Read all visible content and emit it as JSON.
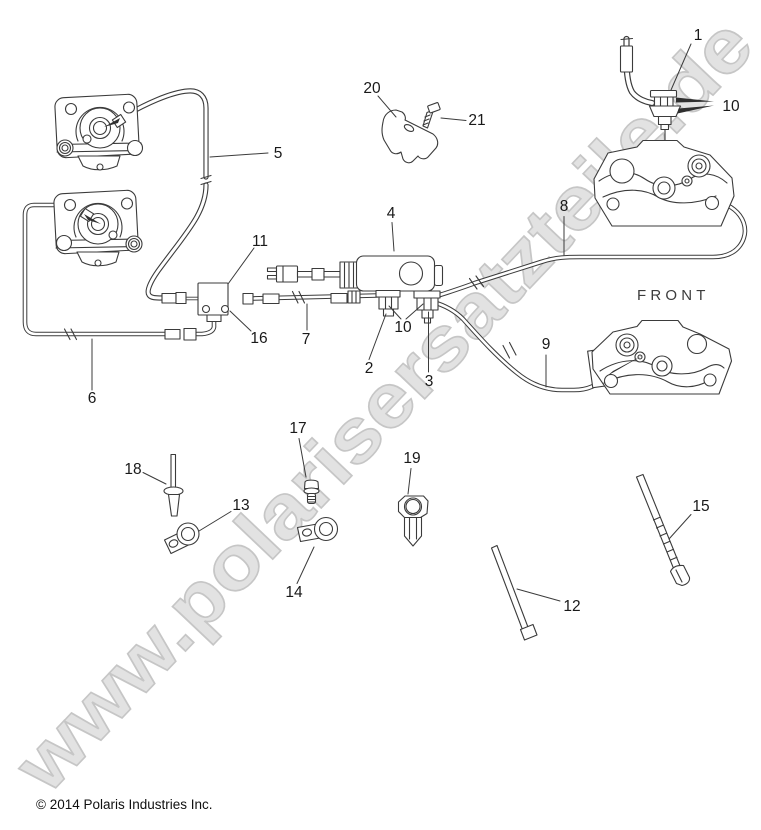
{
  "diagram": {
    "title_hint": "brake line parts diagram",
    "front_label": "FRONT",
    "watermark_text": "www.polarisersatzteile.de",
    "copyright": "© 2014 Polaris Industries Inc.",
    "line_color": "#3b3b3b",
    "watermark_color": "#e2e2e2",
    "callouts": [
      {
        "label": "1"
      },
      {
        "label": "10"
      },
      {
        "label": "20"
      },
      {
        "label": "21"
      },
      {
        "label": "5"
      },
      {
        "label": "4"
      },
      {
        "label": "8"
      },
      {
        "label": "11"
      },
      {
        "label": "16"
      },
      {
        "label": "7"
      },
      {
        "label": "2"
      },
      {
        "label": "10"
      },
      {
        "label": "3"
      },
      {
        "label": "9"
      },
      {
        "label": "6"
      },
      {
        "label": "18"
      },
      {
        "label": "13"
      },
      {
        "label": "17"
      },
      {
        "label": "14"
      },
      {
        "label": "19"
      },
      {
        "label": "12"
      },
      {
        "label": "15"
      }
    ]
  }
}
